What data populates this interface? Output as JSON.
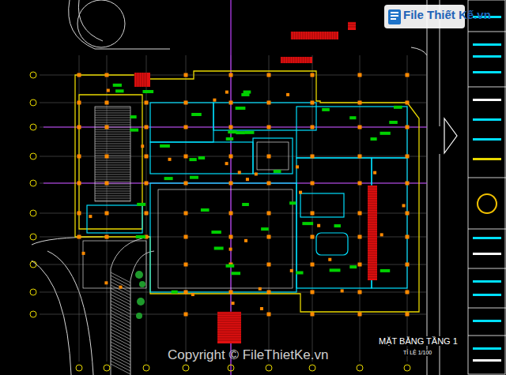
{
  "diagram": {
    "title": "MẶT BẰNG TẦNG 1",
    "labels": [
      "TỈ LỆ 1/100",
      "File Thiết Kế.vn",
      "Copyright © FileThietKe.vn"
    ]
  }
}
